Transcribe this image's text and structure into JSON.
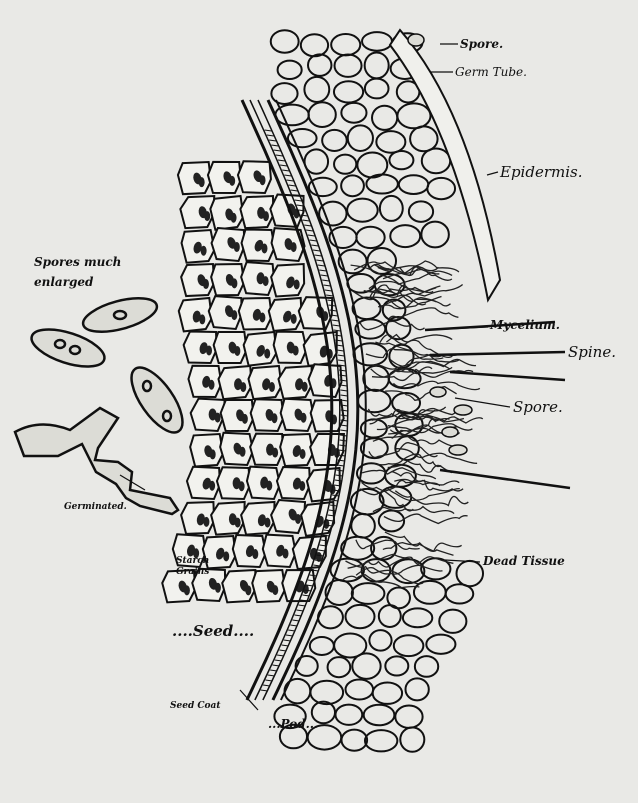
{
  "labels": {
    "spore_top": "Spore.",
    "germ_tube": "Germ Tube.",
    "epidermis": "Epidermis.",
    "mycelium": "Mycelium.",
    "spine": "Spine.",
    "spore_mid": "Spore.",
    "dead_tissue": "Dead Tissue",
    "starch_grains": "Starch Grains",
    "seed": "....Seed....",
    "seed_coat": "Seed Coat",
    "pod": "...Pod...",
    "spores_title": "Spores much enlarged",
    "germinated": "Germinated."
  },
  "colors": {
    "background": "#e9e9e6",
    "ink": "#111111",
    "spore_fill": "#dcdcd6"
  }
}
